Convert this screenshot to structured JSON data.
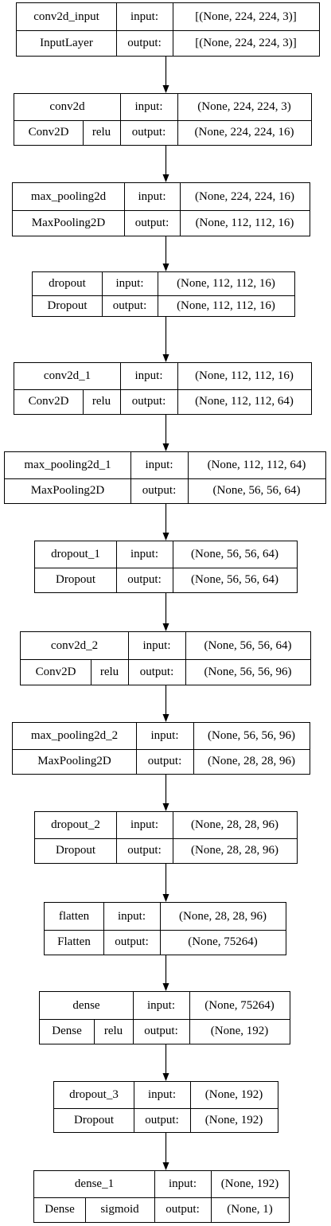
{
  "labels": {
    "input": "input:",
    "output": "output:"
  },
  "colors": {
    "line": "#000000",
    "background": "#ffffff"
  },
  "layers": [
    {
      "name": "conv2d_input",
      "type": "InputLayer",
      "in": "[(None, 224, 224, 3)]",
      "out": "[(None, 224, 224, 3)]"
    },
    {
      "name": "conv2d",
      "type": "Conv2D",
      "act": "relu",
      "in": "(None, 224, 224, 3)",
      "out": "(None, 224, 224, 16)"
    },
    {
      "name": "max_pooling2d",
      "type": "MaxPooling2D",
      "in": "(None, 224, 224, 16)",
      "out": "(None, 112, 112, 16)"
    },
    {
      "name": "dropout",
      "type": "Dropout",
      "in": "(None, 112, 112, 16)",
      "out": "(None, 112, 112, 16)"
    },
    {
      "name": "conv2d_1",
      "type": "Conv2D",
      "act": "relu",
      "in": "(None, 112, 112, 16)",
      "out": "(None, 112, 112, 64)"
    },
    {
      "name": "max_pooling2d_1",
      "type": "MaxPooling2D",
      "in": "(None, 112, 112, 64)",
      "out": "(None, 56, 56, 64)"
    },
    {
      "name": "dropout_1",
      "type": "Dropout",
      "in": "(None, 56, 56, 64)",
      "out": "(None, 56, 56, 64)"
    },
    {
      "name": "conv2d_2",
      "type": "Conv2D",
      "act": "relu",
      "in": "(None, 56, 56, 64)",
      "out": "(None, 56, 56, 96)"
    },
    {
      "name": "max_pooling2d_2",
      "type": "MaxPooling2D",
      "in": "(None, 56, 56, 96)",
      "out": "(None, 28, 28, 96)"
    },
    {
      "name": "dropout_2",
      "type": "Dropout",
      "in": "(None, 28, 28, 96)",
      "out": "(None, 28, 28, 96)"
    },
    {
      "name": "flatten",
      "type": "Flatten",
      "in": "(None, 28, 28, 96)",
      "out": "(None, 75264)"
    },
    {
      "name": "dense",
      "type": "Dense",
      "act": "relu",
      "in": "(None, 75264)",
      "out": "(None, 192)"
    },
    {
      "name": "dropout_3",
      "type": "Dropout",
      "in": "(None, 192)",
      "out": "(None, 192)"
    },
    {
      "name": "dense_1",
      "type": "Dense",
      "act": "sigmoid",
      "in": "(None, 192)",
      "out": "(None, 1)"
    }
  ]
}
